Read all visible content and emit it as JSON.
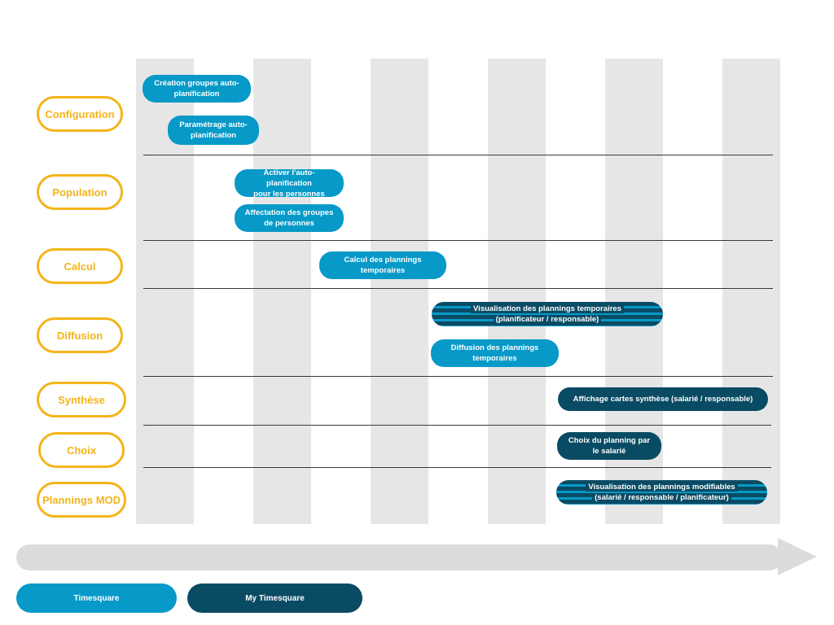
{
  "phases": {
    "configuration": "Configuration",
    "population": "Population",
    "calcul": "Calcul",
    "diffusion": "Diffusion",
    "synthese": "Synthèse",
    "choix": "Choix",
    "plannings_mod": "Plannings MOD"
  },
  "tasks": {
    "creation_groupes": [
      "Création groupes auto-",
      "planification"
    ],
    "parametrage": [
      "Paramétrage auto-",
      "planification"
    ],
    "activer": [
      "Activer l'auto-planification",
      "pour les personnes"
    ],
    "affectation": [
      "Affectation des groupes",
      "de personnes"
    ],
    "calcul_plannings": [
      "Calcul des plannings",
      "temporaires"
    ],
    "visualisation_temp": [
      "Visualisation des plannings temporaires",
      "(planificateur / responsable)"
    ],
    "diffusion_plannings": [
      "Diffusion des plannings",
      "temporaires"
    ],
    "affichage_cartes": "Affichage cartes synthèse (salarié / responsable)",
    "choix_planning": [
      "Choix du planning par",
      "le salarié"
    ],
    "visualisation_mod": [
      "Visualisation des plannings modifiables",
      "(salarié / responsable / planificateur)"
    ]
  },
  "legend": {
    "timesquare": "Timesquare",
    "my_timesquare": "My Timesquare"
  },
  "colors": {
    "timesquare": "#0799c7",
    "my_timesquare": "#0a4b64",
    "phase_outline": "#f4b41a"
  }
}
